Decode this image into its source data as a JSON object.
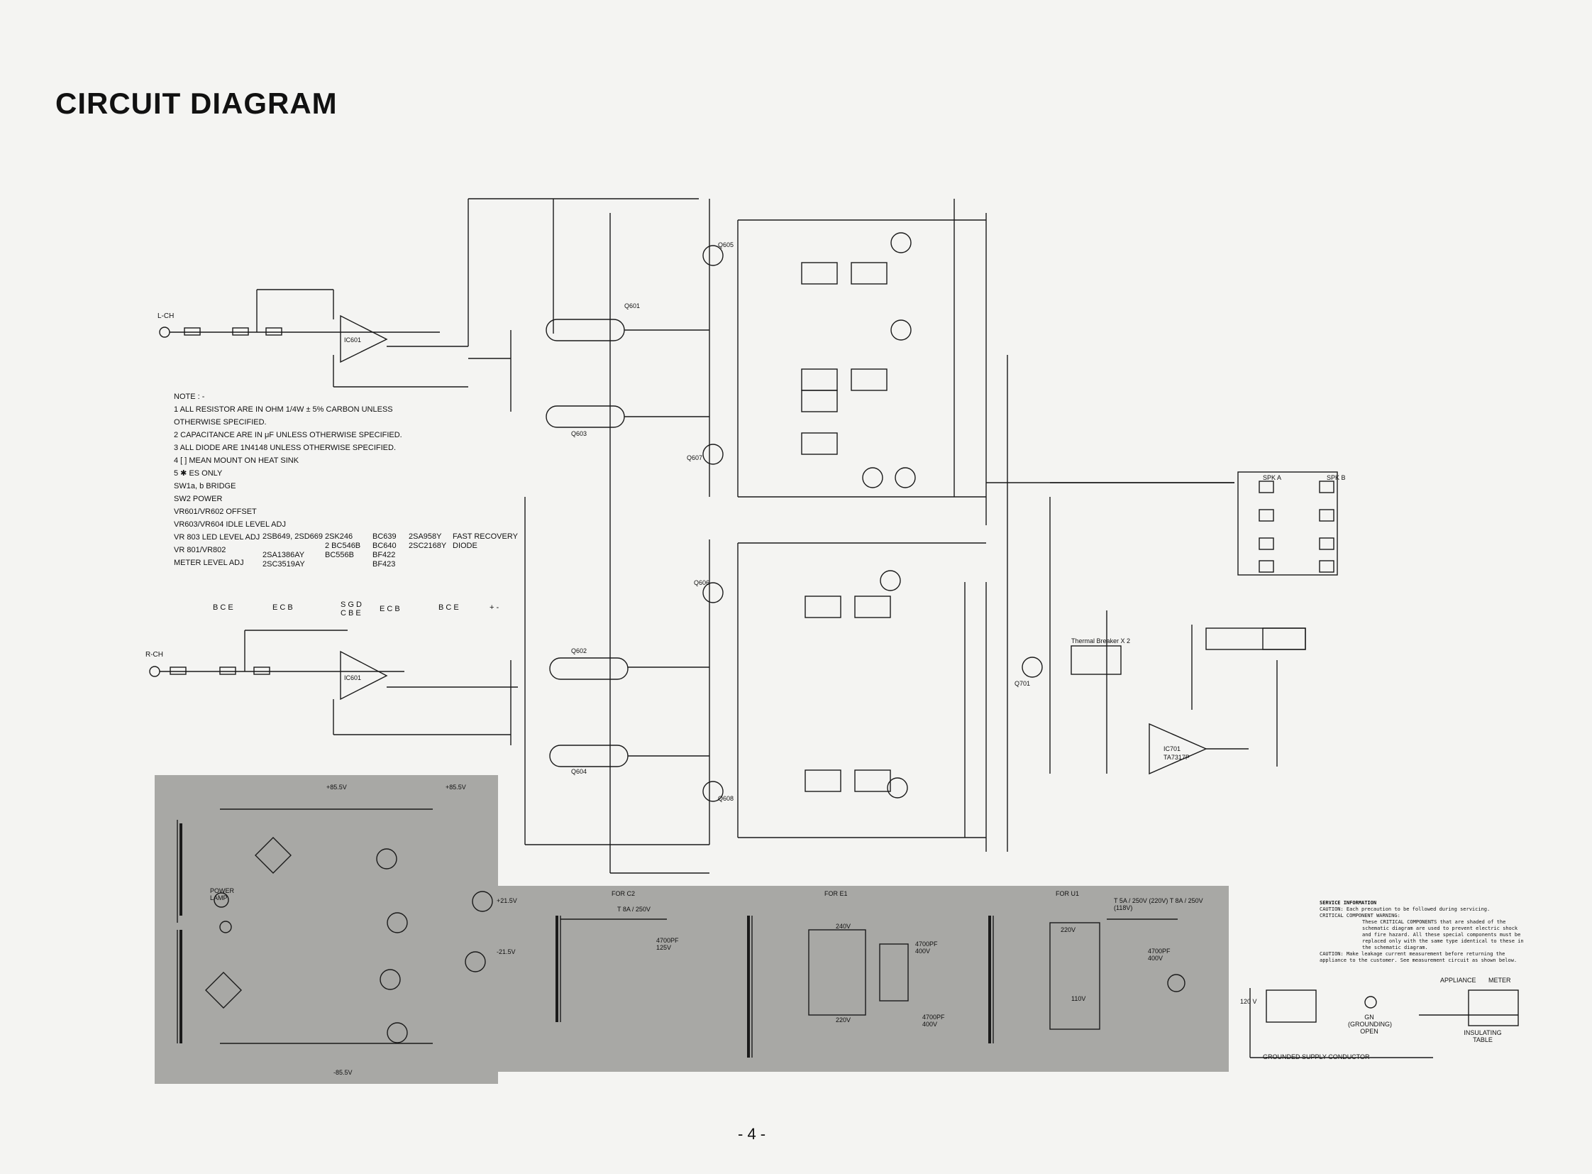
{
  "page": {
    "title": "CIRCUIT DIAGRAM",
    "page_number": "- 4 -"
  },
  "channels": {
    "left": "L-CH",
    "right": "R-CH"
  },
  "notes": {
    "header": "NOTE : -",
    "items": [
      "1  ALL RESISTOR ARE IN OHM 1/4W ± 5% CARBON UNLESS",
      "   OTHERWISE SPECIFIED.",
      "2  CAPACITANCE ARE IN μF UNLESS OTHERWISE SPECIFIED.",
      "3  ALL DIODE ARE 1N4148 UNLESS OTHERWISE SPECIFIED.",
      "4  [ ]  MEAN MOUNT ON HEAT SINK",
      "5  ✱  ES ONLY",
      "SW1a, b  BRIDGE",
      "SW2      POWER",
      "VR601/VR602  OFFSET",
      "VR603/VR604  IDLE LEVEL ADJ",
      "VR 803  LED LEVEL ADJ",
      "VR 801/VR802",
      "METER LEVEL ADJ"
    ]
  },
  "part_types": {
    "col1": [
      "2SB649, 2SD669"
    ],
    "col2": [
      "2SK246",
      "2 BC546B",
      "BC556B"
    ],
    "col3": [
      "BC639",
      "BC640",
      "BF422",
      "BF423"
    ],
    "col4": [
      "2SA958Y",
      "2SC2168Y"
    ],
    "col5": [
      "FAST RECOVERY",
      "DIODE"
    ],
    "col0": [
      "2SA1386AY",
      "2SC3519AY"
    ],
    "pinouts": [
      "B C E",
      "E C B",
      "S G D",
      "C B E",
      "E C B",
      "B C E",
      "+ -"
    ]
  },
  "service": {
    "lines": [
      "SERVICE INFORMATION",
      "CAUTION: Each precaution to be followed during servicing.",
      "CRITICAL COMPONENT WARNING:",
      "These CRITICAL COMPONENTS that are shaded of the schematic diagram are used to prevent electric shock and fire hazard. All these special components must be replaced only with the same type identical to these in the schematic diagram.",
      "CAUTION: Make leakage current measurement before returning the appliance to the customer. See measurement circuit as shown below."
    ],
    "appliance": "APPLIANCE",
    "meter": "METER",
    "voltage": "120 V",
    "gnd": "GN (GROUNDING) OPEN",
    "insulating": "INSULATING TABLE",
    "grounded": "GROUNDED SUPPLY CONDUCTOR"
  },
  "labels": {
    "ic601": "IC601",
    "ic602": "IC601",
    "ic701": "IC701",
    "q601": "Q601",
    "q603": "Q603",
    "q605": "Q605",
    "q607": "Q607",
    "q602": "Q602",
    "q604": "Q604",
    "q606": "Q606",
    "q608": "Q608",
    "q701": "Q701",
    "spk_a": "SPK A",
    "spk_b": "SPK B",
    "thermal": "Thermal Breaker X 2",
    "power_lamp": "POWER LAMP",
    "for_c2": "FOR  C2",
    "for_e1": "FOR  E1",
    "for_u1": "FOR  U1",
    "v_p855": "+85.5V",
    "v_m855": "-85.5V",
    "v_p215": "+21.5V",
    "v_m215": "-21.5V",
    "fuse1": "T 8A / 250V",
    "fuse2": "T 5A / 250V (220V)  T 8A / 250V (118V)",
    "cap1": "4700PF 125V",
    "cap2": "4700PF 400V",
    "cap3": "4700PF 400V",
    "cap4": "4700PF 400V",
    "v220": "220V",
    "v240": "240V",
    "v110": "110V",
    "ta7317p": "TA7317P"
  }
}
